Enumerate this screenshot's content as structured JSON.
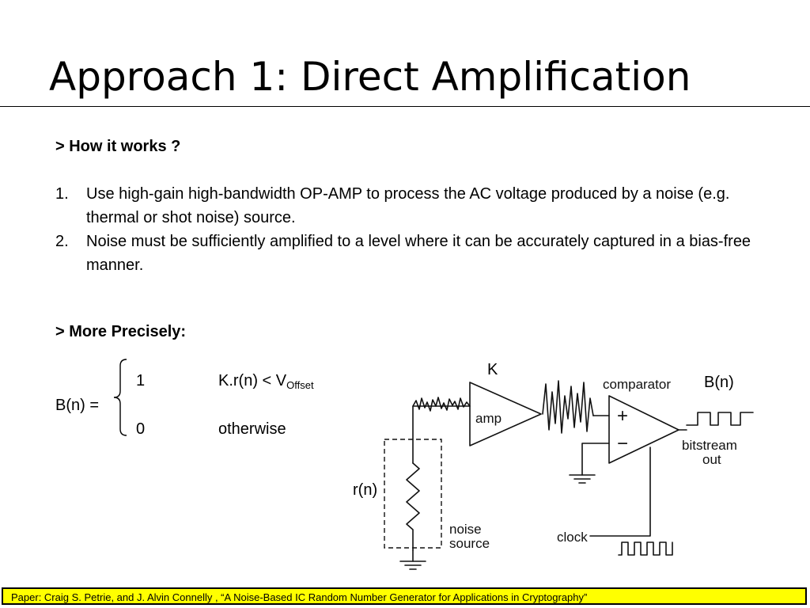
{
  "slide": {
    "title": "Approach 1: Direct Amplification",
    "heading_how": "> How it works ?",
    "list": [
      {
        "num": "1.",
        "text": "Use high-gain high-bandwidth OP-AMP to process the AC voltage produced by a noise (e.g. thermal or shot noise) source."
      },
      {
        "num": "2.",
        "text": "Noise must be sufficiently amplified to a level where it can be accurately captured in a bias-free manner."
      }
    ],
    "heading_precise": "> More Precisely:",
    "equation": {
      "lhs": "B(n) =",
      "case1_value": "1",
      "case1_condition_main": "K.r(n) < V",
      "case1_condition_sub": "Offset",
      "case2_value": "0",
      "case2_condition": "otherwise"
    },
    "diagram_labels": {
      "k": "K",
      "bn": "B(n)",
      "rn": "r(n)",
      "amp": "amp",
      "comparator": "comparator",
      "plus": "+",
      "minus": "−",
      "bitstream": "bitstream",
      "out": "out",
      "noise": "noise",
      "source": "source",
      "clock": "clock"
    },
    "footer": "Paper:  Craig S. Petrie, and J. Alvin Connelly , “A Noise-Based IC Random Number Generator for Applications in Cryptography”"
  },
  "colors": {
    "footer_background": "#ffff00",
    "text": "#000000",
    "background": "#ffffff"
  }
}
